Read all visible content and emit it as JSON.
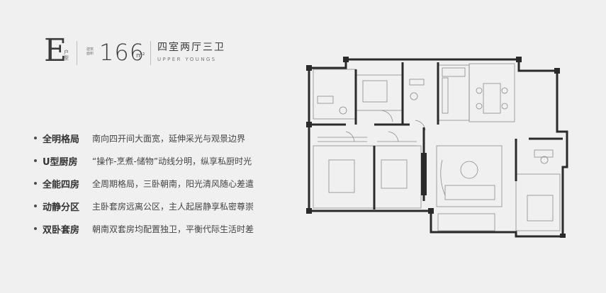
{
  "unit": {
    "type_letter": "E",
    "type_label": "户型",
    "area_tag": "建筑面积",
    "area_value": "166",
    "area_unit": "m²",
    "layout_name": "四室两厅三卫",
    "layout_en": "UPPER YOUNGS"
  },
  "features": [
    {
      "title": "全明格局",
      "desc": "南向四开间大面宽，延伸采光与观景边界"
    },
    {
      "title": "U型厨房",
      "desc": "“操作-烹煮-储物”动线分明，纵享私厨时光"
    },
    {
      "title": "全能四房",
      "desc": "全周期格局，三卧朝南，阳光清风随心差遣"
    },
    {
      "title": "动静分区",
      "desc": "主卧套房远离公区，主人起居静享私密尊崇"
    },
    {
      "title": "双卧套房",
      "desc": "朝南双套房均配置独卫，平衡代际生活时差"
    }
  ],
  "colors": {
    "background": "#f0f0f0",
    "wall": "#2a2a2a",
    "furniture": "#8a8a8a"
  }
}
